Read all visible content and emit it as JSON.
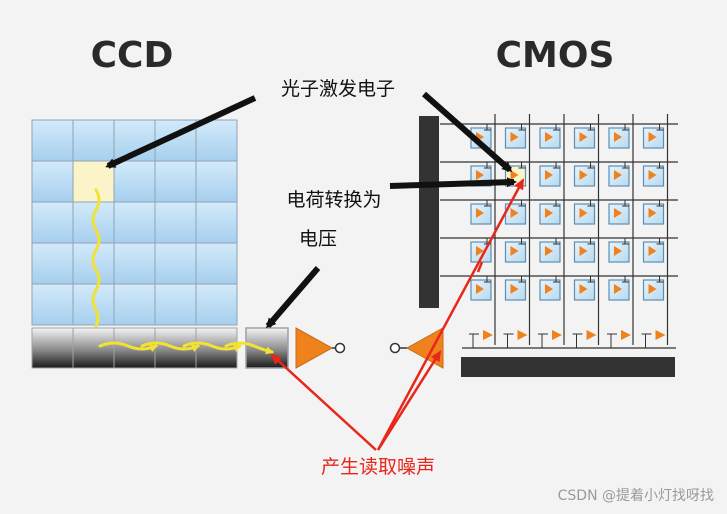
{
  "titles": {
    "ccd": "CCD",
    "cmos": "CMOS"
  },
  "labels": {
    "photon_excites_electron": "光子激发电子",
    "charge_to_voltage_line1": "电荷转换为",
    "charge_to_voltage_line2": "电压",
    "read_noise": "产生读取噪声"
  },
  "watermark": "CSDN @提着小灯找呀找",
  "colors": {
    "pixel_blue": "#b9dcf3",
    "pixel_highlight": "#fbf4c8",
    "charge_trail": "#f2e232",
    "amplifier": "#f0821e",
    "arrow_black": "#111111",
    "arrow_red": "#e8261a",
    "noise_text": "#e8261a"
  }
}
